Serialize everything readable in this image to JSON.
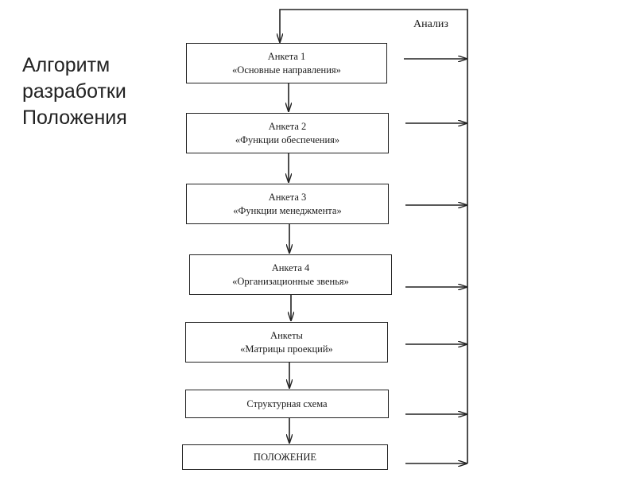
{
  "title_lines": [
    "Алгоритм",
    "разработки",
    "Положения"
  ],
  "analysis_label": "Анализ",
  "steps": [
    {
      "line1": "Анкета 1",
      "line2": "«Основные направления»"
    },
    {
      "line1": "Анкета 2",
      "line2": "«Функции обеспечения»"
    },
    {
      "line1": "Анкета 3",
      "line2": "«Функции менеджмента»"
    },
    {
      "line1": "Анкета 4",
      "line2": "«Организационные звенья»"
    },
    {
      "line1": "Анкеты",
      "line2": "«Матрицы проекций»"
    },
    {
      "line1": "Структурная схема",
      "line2": ""
    },
    {
      "line1": "ПОЛОЖЕНИЕ",
      "line2": ""
    }
  ],
  "colors": {
    "line": "#222222",
    "text": "#1a1a1a"
  }
}
